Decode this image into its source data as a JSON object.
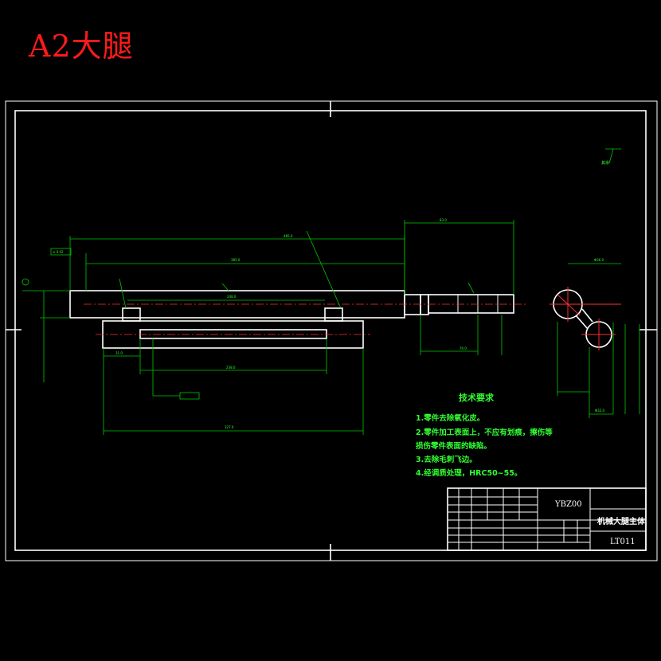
{
  "sheet": {
    "title": "A2大腿"
  },
  "tech_requirements": {
    "heading": "技术要求",
    "items": [
      "1.零件去除氧化皮。",
      "2.零件加工表面上，不应有划痕，擦伤等",
      "损伤零件表面的缺陷。",
      "3.去除毛刺飞边。",
      "4.经调质处理，HRC50~55。"
    ]
  },
  "title_block": {
    "material": "YBZ00",
    "part_name": "机械大腿主体",
    "drawing_no": "LT011"
  },
  "surface_mark": {
    "label": "其余"
  },
  "colors": {
    "background": "#000000",
    "title": "#ff1a1a",
    "outline": "#ffffff",
    "dimension": "#00c800",
    "centerline": "#ff3030"
  }
}
